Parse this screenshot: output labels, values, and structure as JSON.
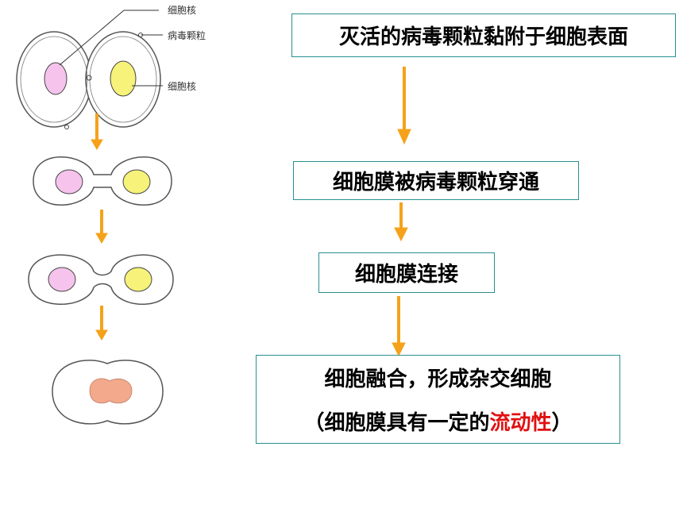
{
  "steps": [
    {
      "text": "灭活的病毒颗粒黏附于细胞表面"
    },
    {
      "text": "细胞膜被病毒颗粒穿通"
    },
    {
      "text": "细胞膜连接"
    },
    {
      "text": "细胞融合，形成杂交细胞",
      "note_prefix": "（细胞膜具有一定的",
      "note_highlight": "流动性",
      "note_suffix": "）"
    }
  ],
  "labels": {
    "nucleus_top": "细胞核",
    "virus_particle": "病毒颗粒",
    "nucleus_right": "细胞核"
  },
  "colors": {
    "arrow": "#f5a21a",
    "nucleus_left": "#f6c3ec",
    "nucleus_right": "#f6f27a",
    "fused_nucleus": "#f2a98c",
    "highlight": "#e01010",
    "box_border": "#2a8f8f"
  }
}
